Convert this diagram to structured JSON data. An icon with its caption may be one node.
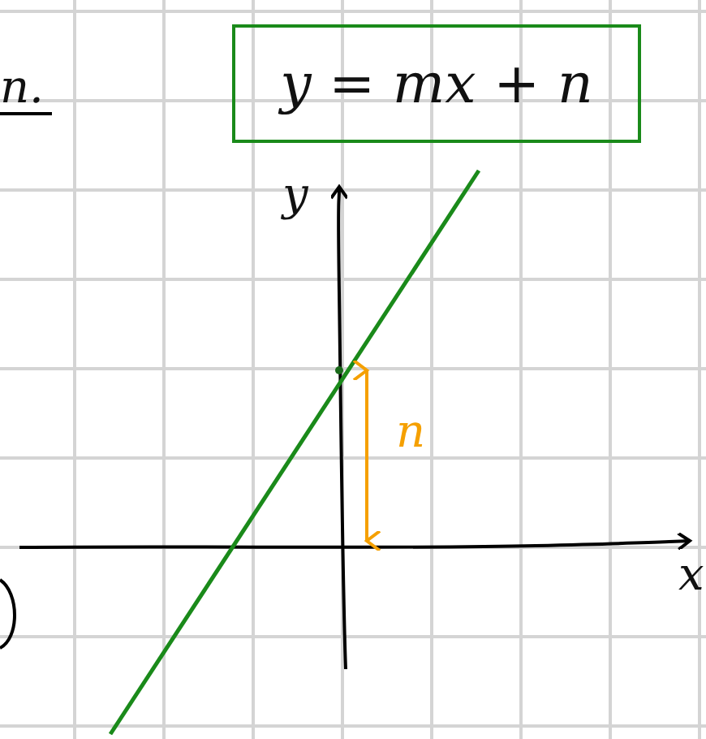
{
  "diagram": {
    "nodes": [
      {
        "text": [
          "y = mx + n"
        ]
      }
    ],
    "labels": [
      "n.",
      "y",
      "n",
      "x"
    ]
  }
}
